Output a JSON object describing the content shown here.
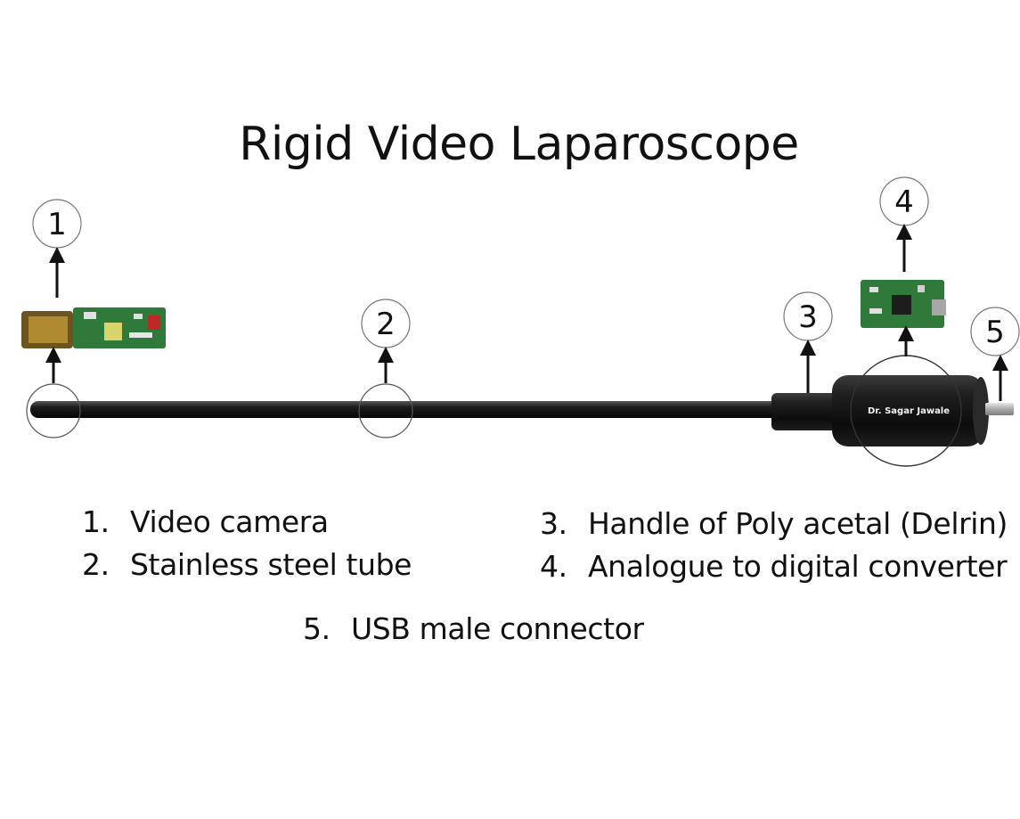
{
  "title": "Rigid Video Laparoscope",
  "markers": [
    "1",
    "2",
    "3",
    "4",
    "5"
  ],
  "brand_label": "Dr. Sagar Jawale",
  "legend": [
    {
      "number": "1.",
      "text": "Video camera"
    },
    {
      "number": "2.",
      "text": "Stainless steel tube"
    },
    {
      "number": "3.",
      "text": "Handle of Poly acetal (Delrin)"
    },
    {
      "number": "4.",
      "text": "Analogue to digital converter"
    },
    {
      "number": "5.",
      "text": "USB male connector"
    }
  ],
  "colors": {
    "tube": "#1c1c1c",
    "handle": "#161616",
    "pcb_green": "#2f7a3a",
    "camera_lens": "#a07a2a",
    "usb_metal": "#c9c9c9"
  }
}
